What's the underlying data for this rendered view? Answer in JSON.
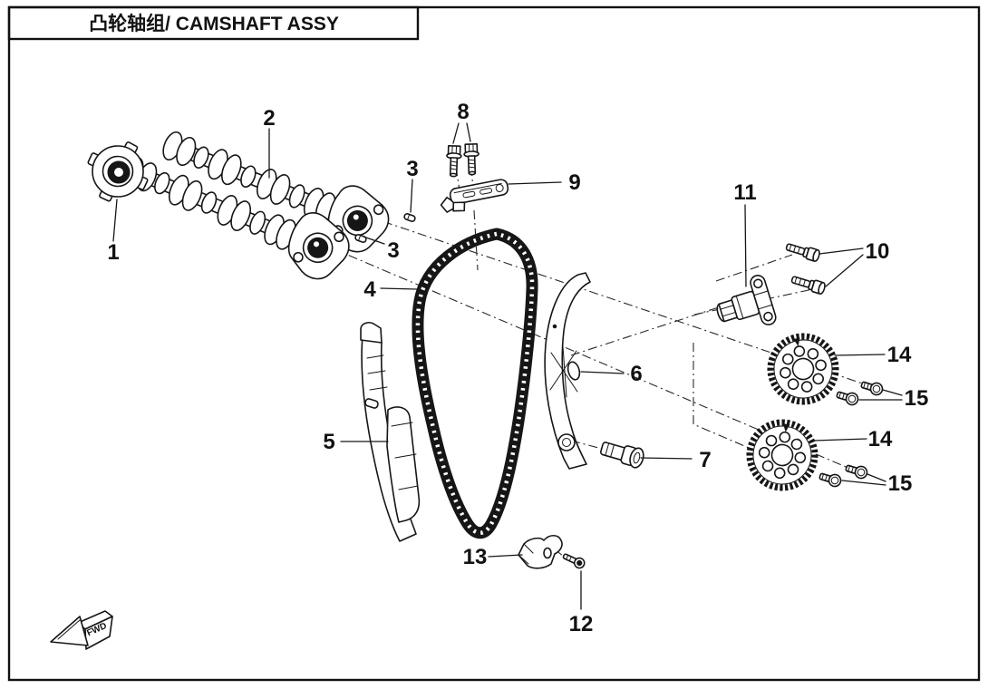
{
  "page": {
    "title_full": "凸轮轴组/ CAMSHAFT ASSY",
    "direction_marker": "FWD"
  },
  "colors": {
    "ink": "#161616",
    "paper": "#ffffff"
  },
  "callouts": [
    {
      "label": "1"
    },
    {
      "label": "2"
    },
    {
      "label": "3"
    },
    {
      "label": "3"
    },
    {
      "label": "4"
    },
    {
      "label": "5"
    },
    {
      "label": "6"
    },
    {
      "label": "7"
    },
    {
      "label": "8"
    },
    {
      "label": "9"
    },
    {
      "label": "10"
    },
    {
      "label": "11"
    },
    {
      "label": "12"
    },
    {
      "label": "13"
    },
    {
      "label": "14"
    },
    {
      "label": "14"
    },
    {
      "label": "15"
    },
    {
      "label": "15"
    }
  ]
}
